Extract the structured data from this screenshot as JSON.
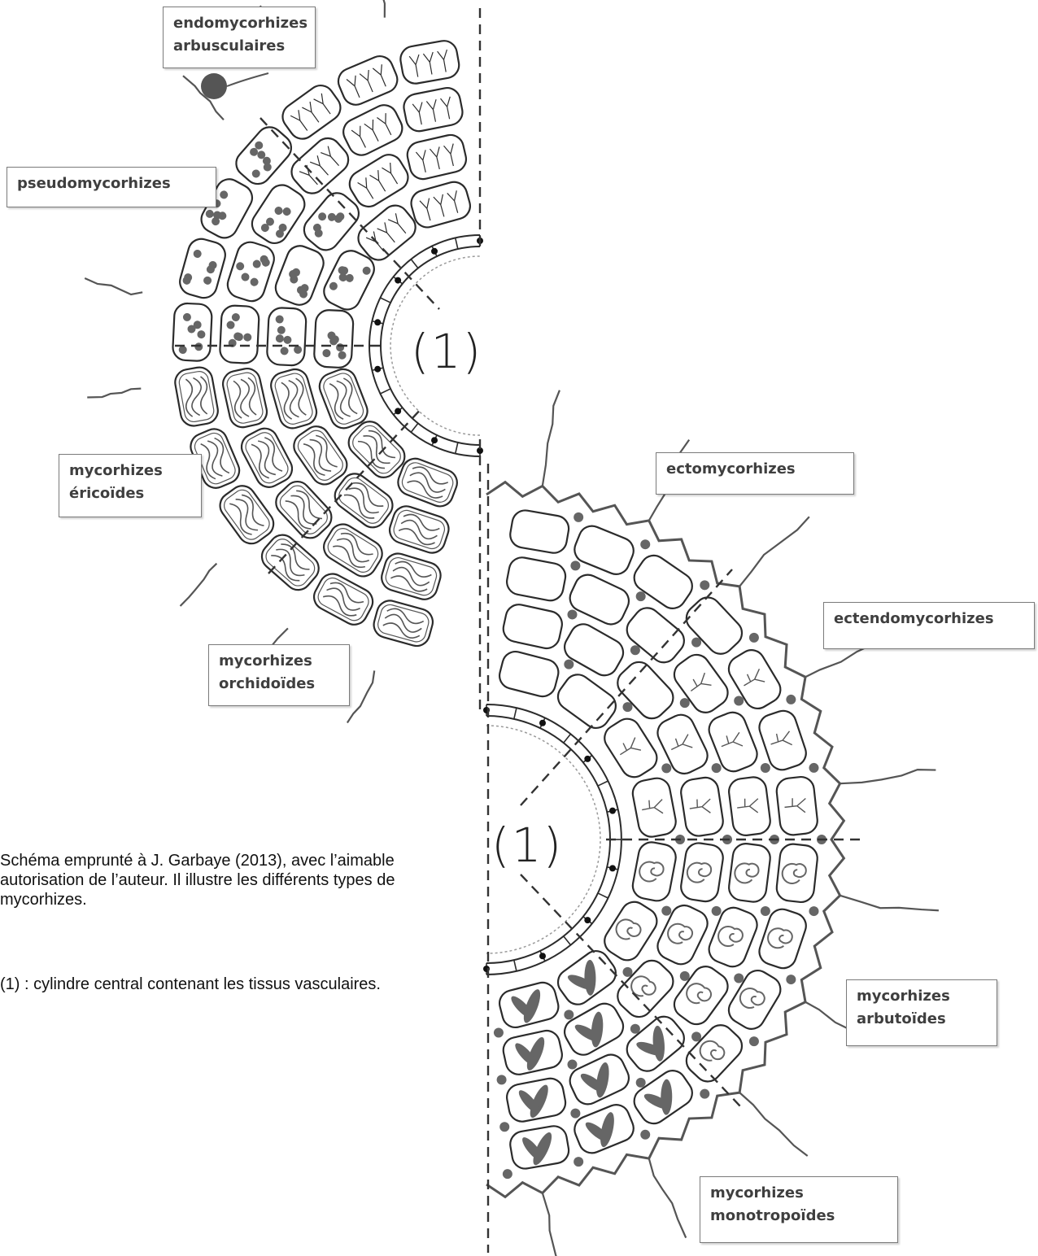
{
  "labels": {
    "endo_arbusculaires": [
      "endomycorhizes",
      "arbusculaires"
    ],
    "pseudo": [
      "pseudomycorhizes"
    ],
    "ericoides": [
      "mycorhizes",
      "éricoïdes"
    ],
    "orchidoides": [
      "mycorhizes",
      "orchidoïdes"
    ],
    "ecto": [
      "ectomycorhizes"
    ],
    "ectendo": [
      "ectendomycorhizes"
    ],
    "arbutoides": [
      "mycorhizes",
      "arbutoïdes"
    ],
    "monotropoides": [
      "mycorhizes",
      "monotropoïdes"
    ]
  },
  "center_markers": {
    "top": "(1)",
    "bottom": "(1)"
  },
  "caption": {
    "paragraph1": "Schéma emprunté à J. Garbaye (2013), avec l’aimable autorisation de l’auteur. Il illustre les différents types de mycorhizes.",
    "paragraph2": "(1) : cylindre central contenant les tissus vasculaires."
  },
  "colors": {
    "line": "#2b2b2b",
    "fungus": "#666666",
    "dash": "#333333"
  }
}
